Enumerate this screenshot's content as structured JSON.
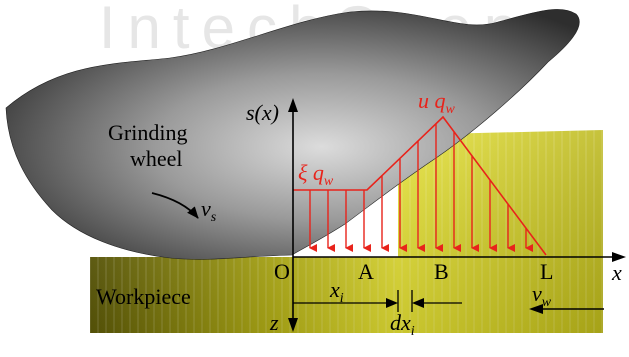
{
  "watermark": "IntechOpen",
  "labels": {
    "grinding_wheel_line1": "Grinding",
    "grinding_wheel_line2": "wheel",
    "vs_main": "v",
    "vs_sub": "s",
    "workpiece": "Workpiece",
    "vw_main": "v",
    "vw_sub": "w",
    "s_axis": "s(x)",
    "x_axis": "x",
    "z_axis": "z",
    "xi_main": "x",
    "xi_sub": "i",
    "dxi_main": "dx",
    "dxi_sub": "i"
  },
  "points": {
    "O": "O",
    "A": "A",
    "B": "B",
    "L": "L"
  },
  "flux": {
    "xi_q_symbol": "ξ q",
    "xi_q_sub": "w",
    "u_q_symbol": "u q",
    "u_q_sub": "w"
  },
  "colors": {
    "flux": "#e8231b",
    "workpiece": "#c8c418",
    "wheel_dark": "#3a3a3a",
    "wheel_light": "#cfcfcf",
    "axis": "#000000"
  }
}
